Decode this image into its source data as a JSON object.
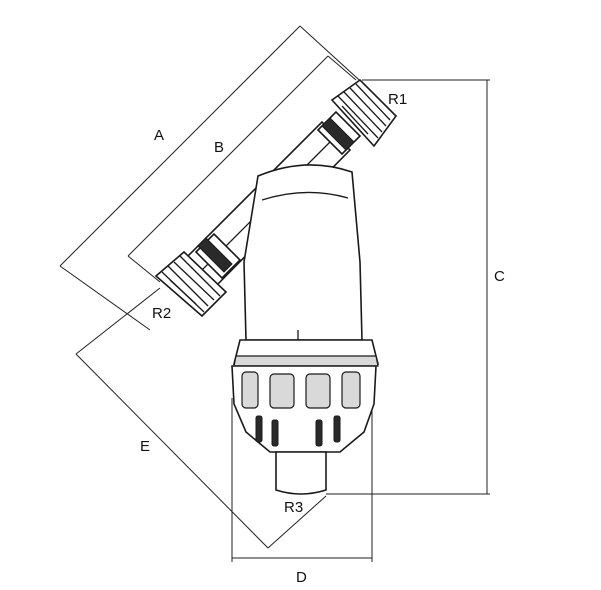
{
  "labels": {
    "A": "A",
    "B": "B",
    "C": "C",
    "D": "D",
    "E": "E",
    "R1": "R1",
    "R2": "R2",
    "R3": "R3"
  },
  "colors": {
    "line": "#1a1a1a",
    "shade": "#d9d9d9",
    "background": "#ffffff"
  }
}
